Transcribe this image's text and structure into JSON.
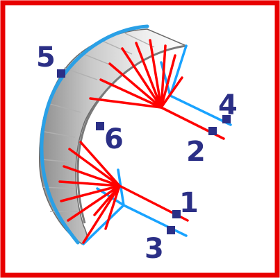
{
  "colors": {
    "frame": "#e80000",
    "control_lines": "#ff0000",
    "steering_lines": "#19a3ff",
    "labels": "#2b2f86",
    "canopy_shadow": "#9a9a9a",
    "canopy_light": "#efefef",
    "edge": "#2aa0e6"
  },
  "labels": {
    "n1": "1",
    "n2": "2",
    "n3": "3",
    "n4": "4",
    "n5": "5",
    "n6": "6"
  }
}
